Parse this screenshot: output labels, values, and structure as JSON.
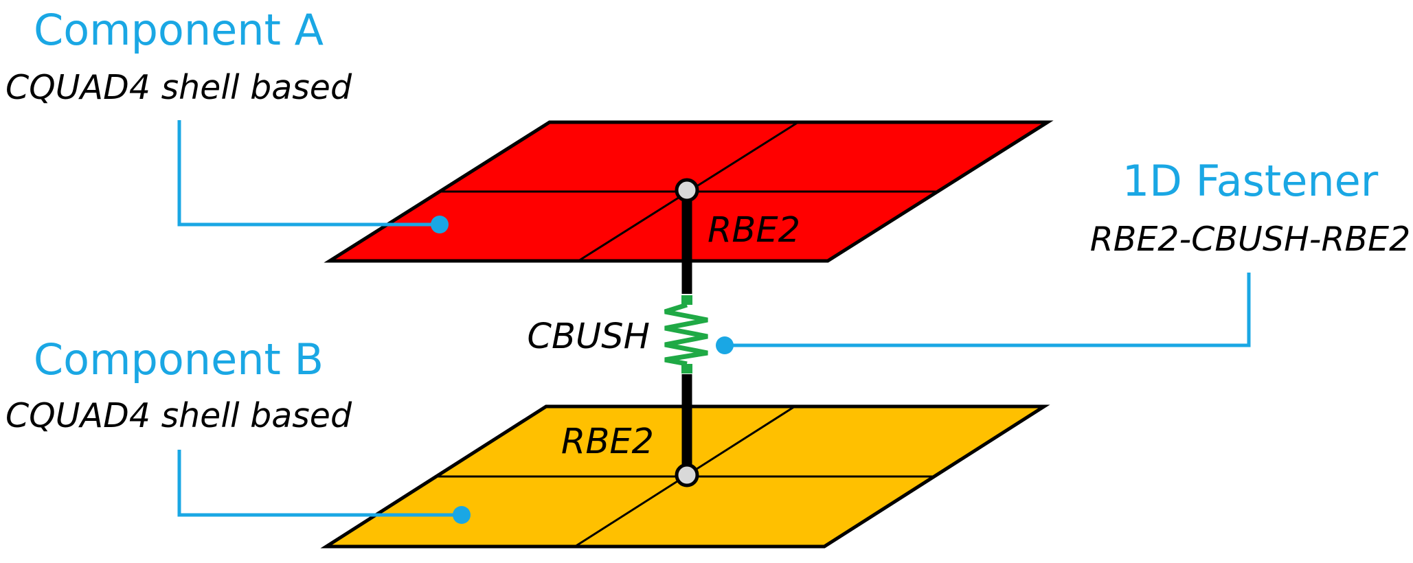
{
  "component_a": {
    "title": "Component A",
    "subtitle": "CQUAD4 shell based",
    "fill_color": "#ff0000"
  },
  "component_b": {
    "title": "Component B",
    "subtitle": "CQUAD4 shell based",
    "fill_color": "#ffc000"
  },
  "fastener": {
    "title": "1D Fastener",
    "subtitle": "RBE2-CBUSH-RBE2"
  },
  "elements": {
    "rbe2_top": "RBE2",
    "rbe2_bottom": "RBE2",
    "cbush": "CBUSH"
  },
  "colors": {
    "accent": "#1aa7e4",
    "spring": "#1fa945",
    "rigid": "#000000",
    "node": "#d9d9d9"
  }
}
